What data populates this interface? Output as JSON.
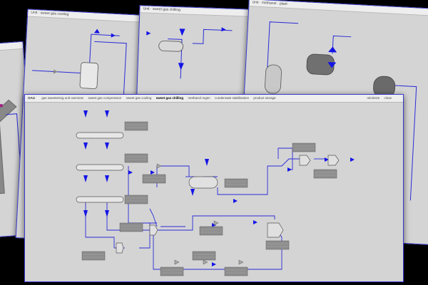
{
  "windows": {
    "back_left": {
      "title": ""
    },
    "back1": {
      "title": "Unit · sweet gas cooling"
    },
    "back2": {
      "title": "Unit · sweet gas chilling"
    },
    "back3": {
      "title": "Unit · methanol · plant"
    },
    "main": {
      "logo": "OAU",
      "tabs": [
        {
          "label": "gas sweetening unit overview"
        },
        {
          "label": "sweet gas compression"
        },
        {
          "label": "sweet gas cooling"
        },
        {
          "label": "sweet gas chilling"
        },
        {
          "label": "methanol regen"
        },
        {
          "label": "condensate stabilisation"
        },
        {
          "label": "product storage"
        }
      ],
      "controls": {
        "minimize": "minimize",
        "close": "close"
      }
    }
  },
  "colors": {
    "pipe": "#2a2ad8",
    "arrow": "#1414e6",
    "window_border": "#3a3ad0",
    "canvas": "#d4d4d4",
    "desktop": "#000000"
  }
}
